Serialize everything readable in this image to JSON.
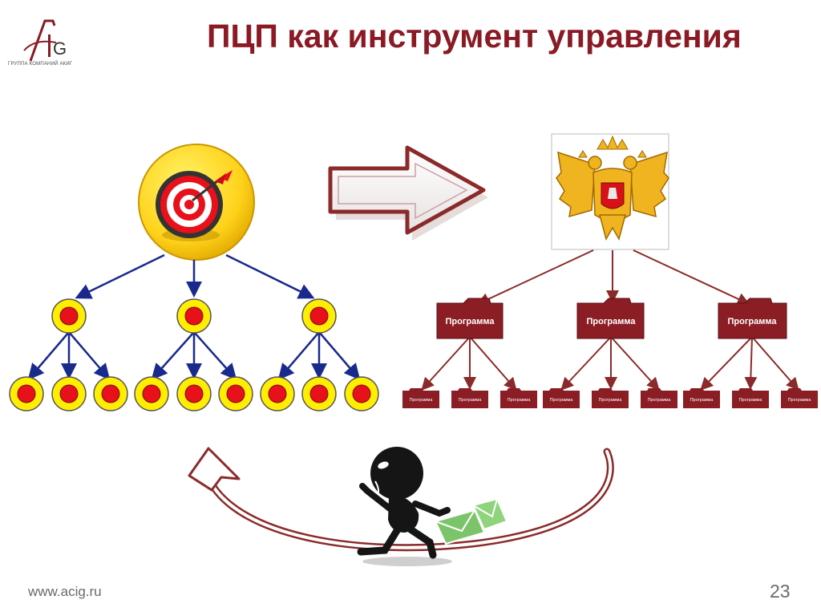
{
  "header": {
    "title": "ПЦП как инструмент управления",
    "logo_caption": "ГРУППА КОМПАНИЙ АКИГ"
  },
  "right_tree": {
    "program_label": "Программа",
    "programs": [
      {
        "label": "Программа",
        "subprograms": [
          "Программа",
          "Программа",
          "Программа"
        ]
      },
      {
        "label": "Программа",
        "subprograms": [
          "Программа",
          "Программа",
          "Программа"
        ]
      },
      {
        "label": "Программа",
        "subprograms": [
          "Программа",
          "Программа",
          "Программа"
        ]
      }
    ]
  },
  "left_tree": {
    "branches": 3,
    "leaves_per_branch": 3
  },
  "footer": {
    "url": "www.acig.ru",
    "page_number": "23"
  },
  "colors": {
    "accent": "#8a1a24",
    "folder": "#8b1d24",
    "node_yellow": "#ffee00",
    "node_red": "#e8101a",
    "connector_blue": "#1a2a8c",
    "connector_red": "#8a2a2a",
    "envelope_green": "#7cc46a"
  },
  "icons": [
    "target-icon",
    "dart-icon",
    "coat-of-arms-icon",
    "arrow-right-icon",
    "running-man-icon",
    "envelope-icon",
    "return-arrow-icon"
  ]
}
